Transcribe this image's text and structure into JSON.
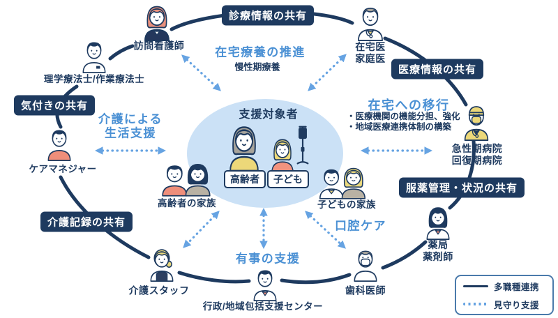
{
  "center": {
    "title": "支援対象者",
    "tags": [
      "高齢者",
      "子ども"
    ]
  },
  "roles": {
    "visiting_nurse": {
      "label": "訪問看護師"
    },
    "pt_ot": {
      "label": "理学療法士/作業療法士"
    },
    "care_manager": {
      "label": "ケアマネジャー"
    },
    "elderly_family": {
      "label": "高齢者の家族"
    },
    "care_staff": {
      "label": "介護スタッフ"
    },
    "government": {
      "label": "行政/地域包括支援センター"
    },
    "dentist": {
      "label": "歯科医師"
    },
    "child_family": {
      "label": "子どもの家族"
    },
    "pharmacist": {
      "lines": [
        "薬局",
        "薬剤師"
      ]
    },
    "hospital": {
      "lines": [
        "急性期病院",
        "回復期病院"
      ]
    },
    "home_doctor": {
      "lines": [
        "在宅医",
        "家庭医"
      ]
    }
  },
  "badges": {
    "clinical_info": "診療情報の共有",
    "medical_info": "医療情報の共有",
    "medication": "服薬管理・状況の共有",
    "care_record": "介護記録の共有",
    "awareness": "気付きの共有"
  },
  "notes": {
    "home_care_promotion": {
      "title": "在宅療養の推進",
      "sub": "慢性期療養"
    },
    "home_transition": {
      "title": "在宅への移行",
      "bullets": [
        "・医療機関の機能分担、強化",
        "・地域医療連携体制の構築"
      ]
    },
    "life_support": {
      "lines": [
        "介護による",
        "生活支援"
      ]
    },
    "oral_care": "口腔ケア",
    "emergency_support": "有事の支援"
  },
  "legend": {
    "solid_label": "多職種連携",
    "dotted_label": "見守り支援"
  },
  "colors": {
    "navy": "#1e3a5f",
    "blue_heading": "#4a90d4",
    "dotted_arrow": "#66a3e2",
    "ellipse_fill": "#cbe1f6",
    "legend_border": "#4a7aab",
    "salmon": "#ef8e7a",
    "yellow": "#ecd879",
    "taupe": "#b9b2a4",
    "gray_hair": "#a8a49b",
    "blonde": "#ead87c"
  }
}
